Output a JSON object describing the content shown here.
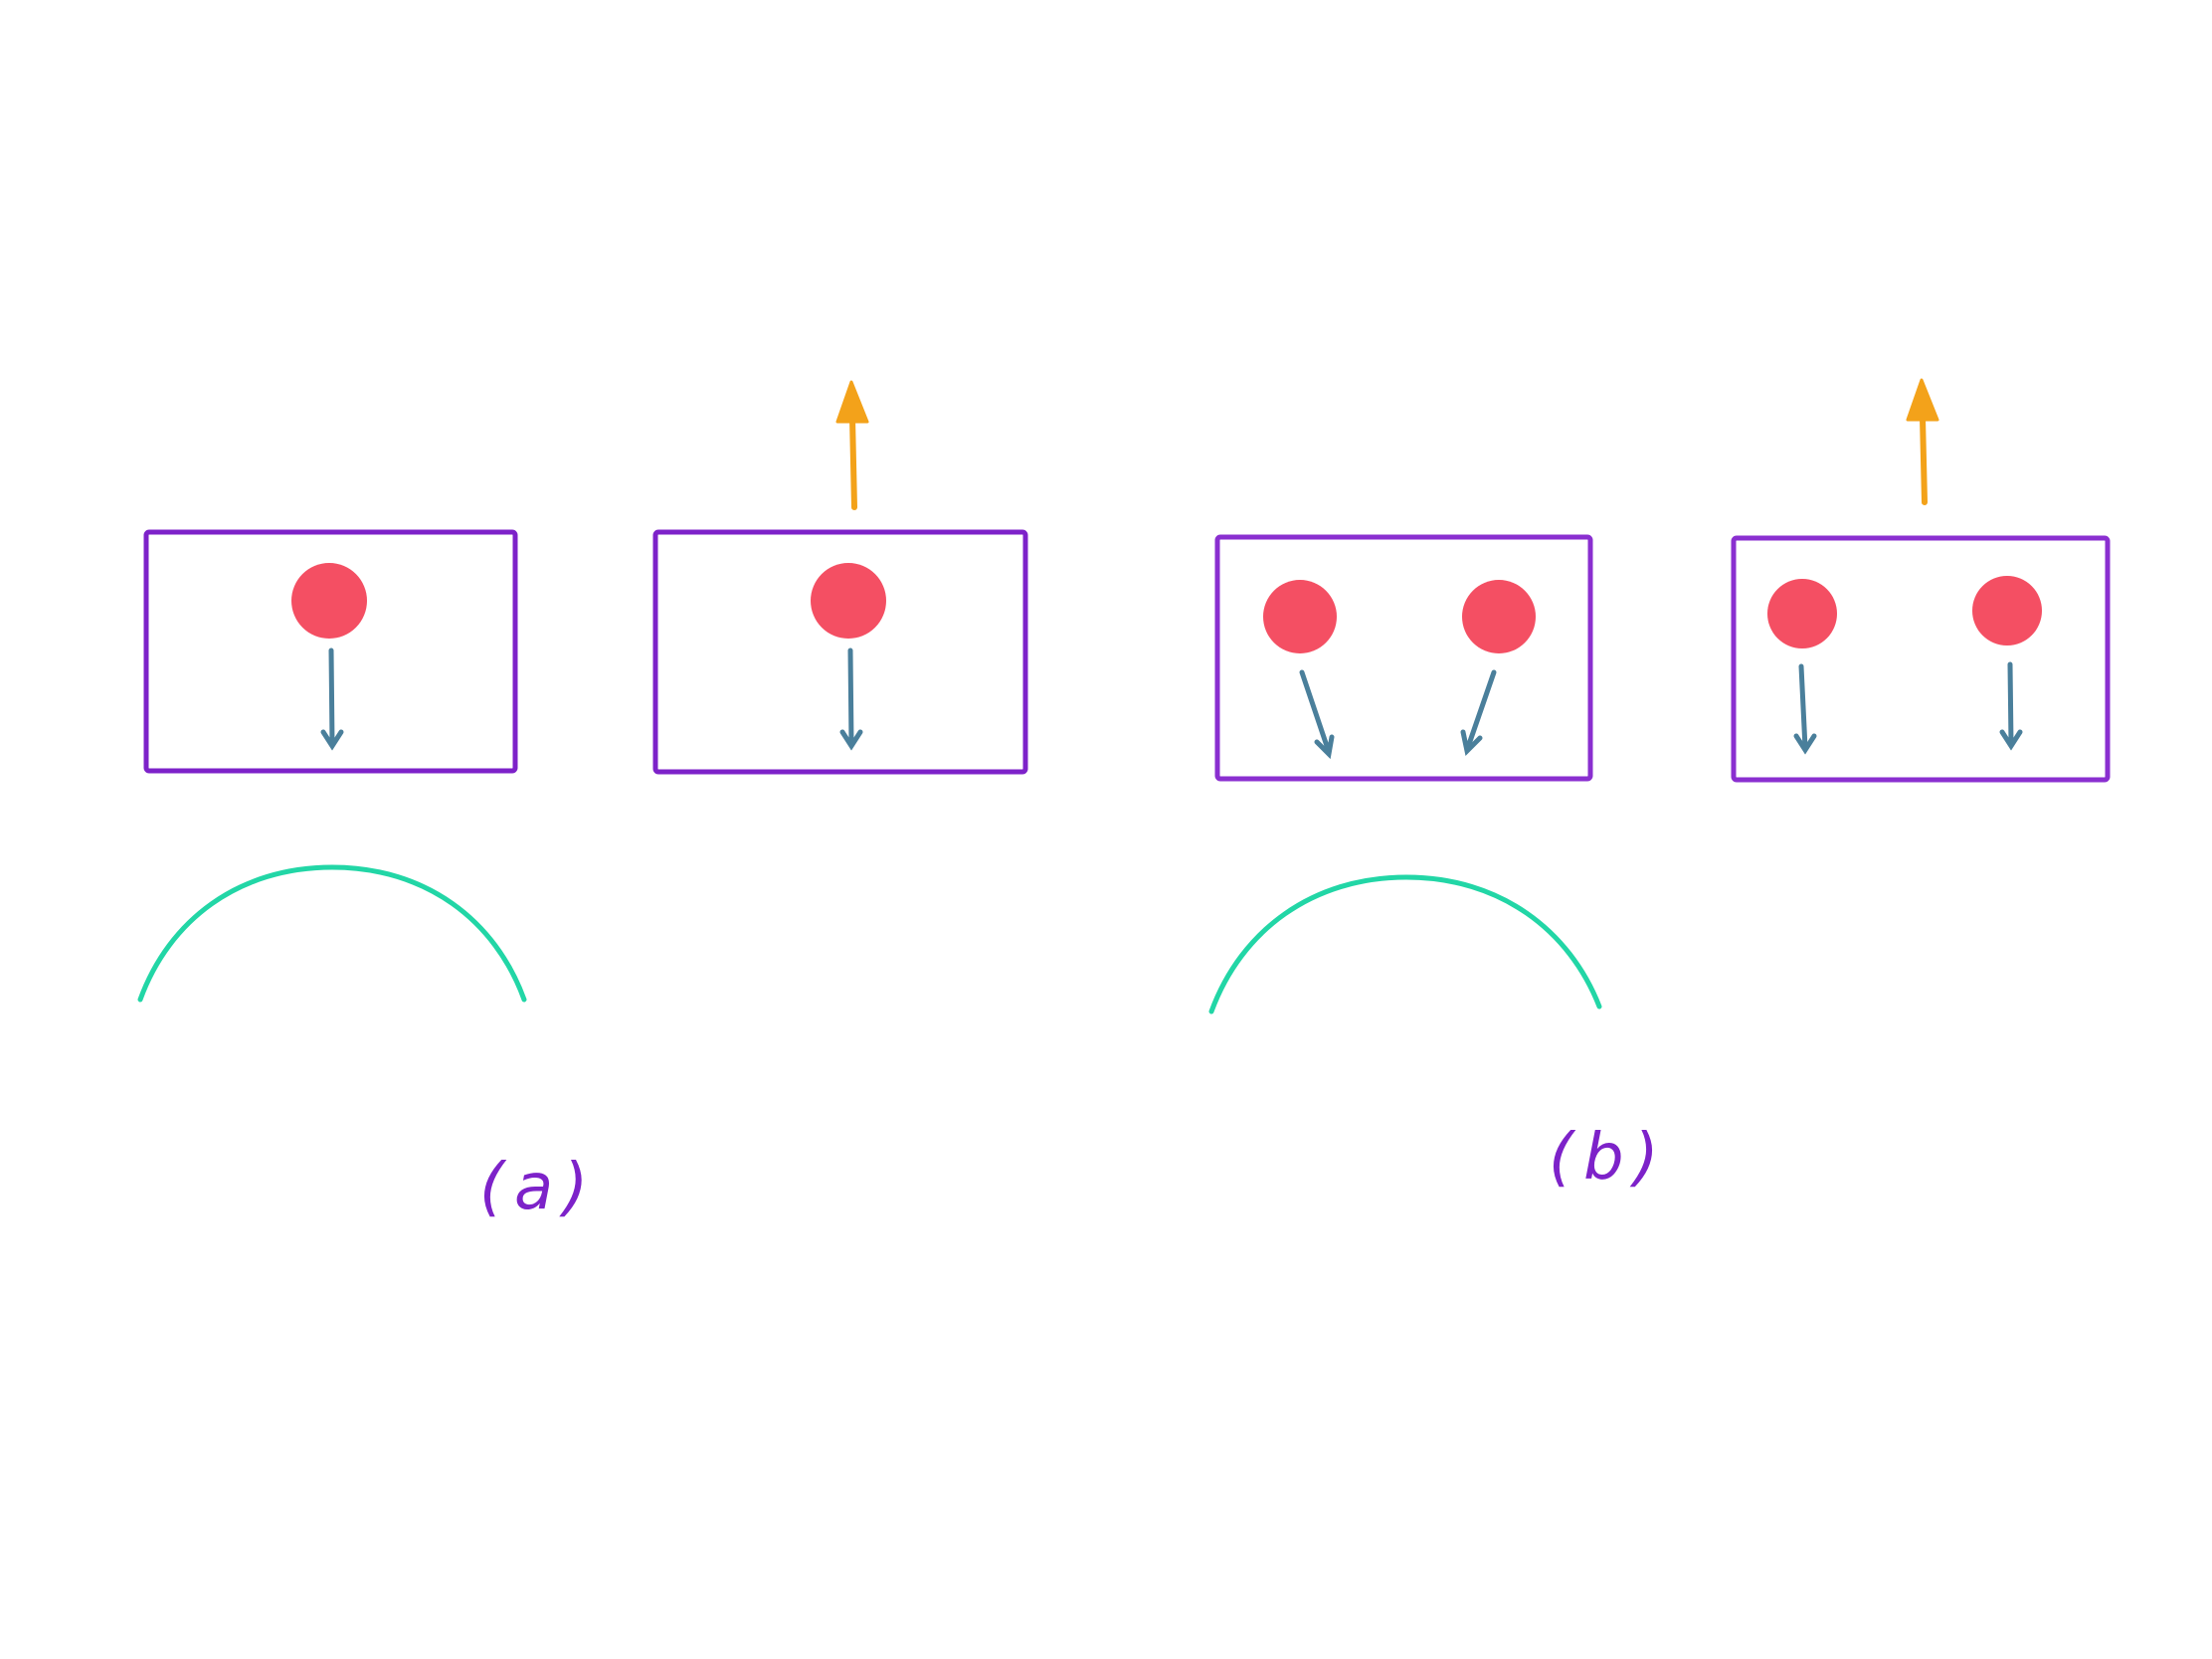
{
  "colors": {
    "box": "#7d22c9",
    "particle": "#f44f63",
    "down_arrow": "#4a7f9b",
    "up_arrow": "#f3a21a",
    "arc": "#22d6a6",
    "label": "#7d22c9",
    "background": "#ffffff"
  },
  "panels": [
    {
      "label": "(a)",
      "arc_icon": "field-arc-icon",
      "boxes": [
        {
          "particles": 1,
          "up_arrow": false,
          "down_arrow_directions": [
            "down"
          ]
        },
        {
          "particles": 1,
          "up_arrow": true,
          "down_arrow_directions": [
            "down"
          ]
        }
      ]
    },
    {
      "label": "(b)",
      "arc_icon": "field-arc-icon",
      "boxes": [
        {
          "particles": 2,
          "up_arrow": false,
          "down_arrow_directions": [
            "down-right",
            "down-left"
          ]
        },
        {
          "particles": 2,
          "up_arrow": true,
          "down_arrow_directions": [
            "down",
            "down"
          ]
        }
      ]
    }
  ]
}
